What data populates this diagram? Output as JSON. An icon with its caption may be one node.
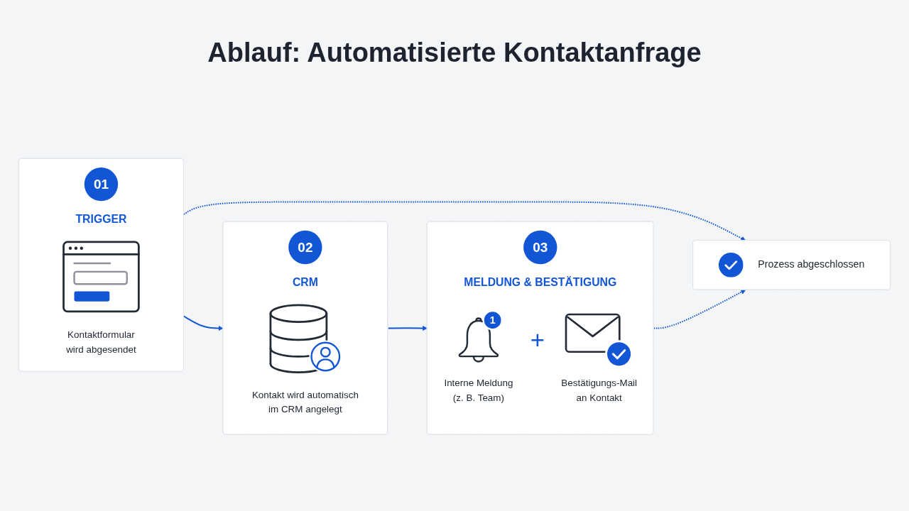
{
  "diagram": {
    "title": "Ablauf: Automatisierte Kontaktanfrage",
    "nodes": [
      {
        "text": [
          "01",
          "TRIGGER",
          "Kontaktformular wird abgesendet"
        ]
      },
      {
        "text": [
          "02",
          "CRM",
          "Kontakt wird automatisch im CRM angelegt"
        ]
      },
      {
        "text": [
          "03",
          "MELDUNG & BESTÄTIGUNG",
          "1",
          "+",
          "Interne Meldung (z. B. Team)",
          "Bestätigungs-Mail an Kontakt"
        ]
      },
      {
        "text": [
          "Prozess abgeschlossen"
        ]
      }
    ],
    "edges": [
      {
        "from": 0,
        "to": 1,
        "arrow": "to"
      },
      {
        "from": 1,
        "to": 2,
        "arrow": "to"
      },
      {
        "from": 0,
        "to": 3,
        "arrow": "to",
        "style": "dashed"
      },
      {
        "from": 2,
        "to": 3,
        "arrow": "to",
        "style": "dashed"
      }
    ]
  }
}
